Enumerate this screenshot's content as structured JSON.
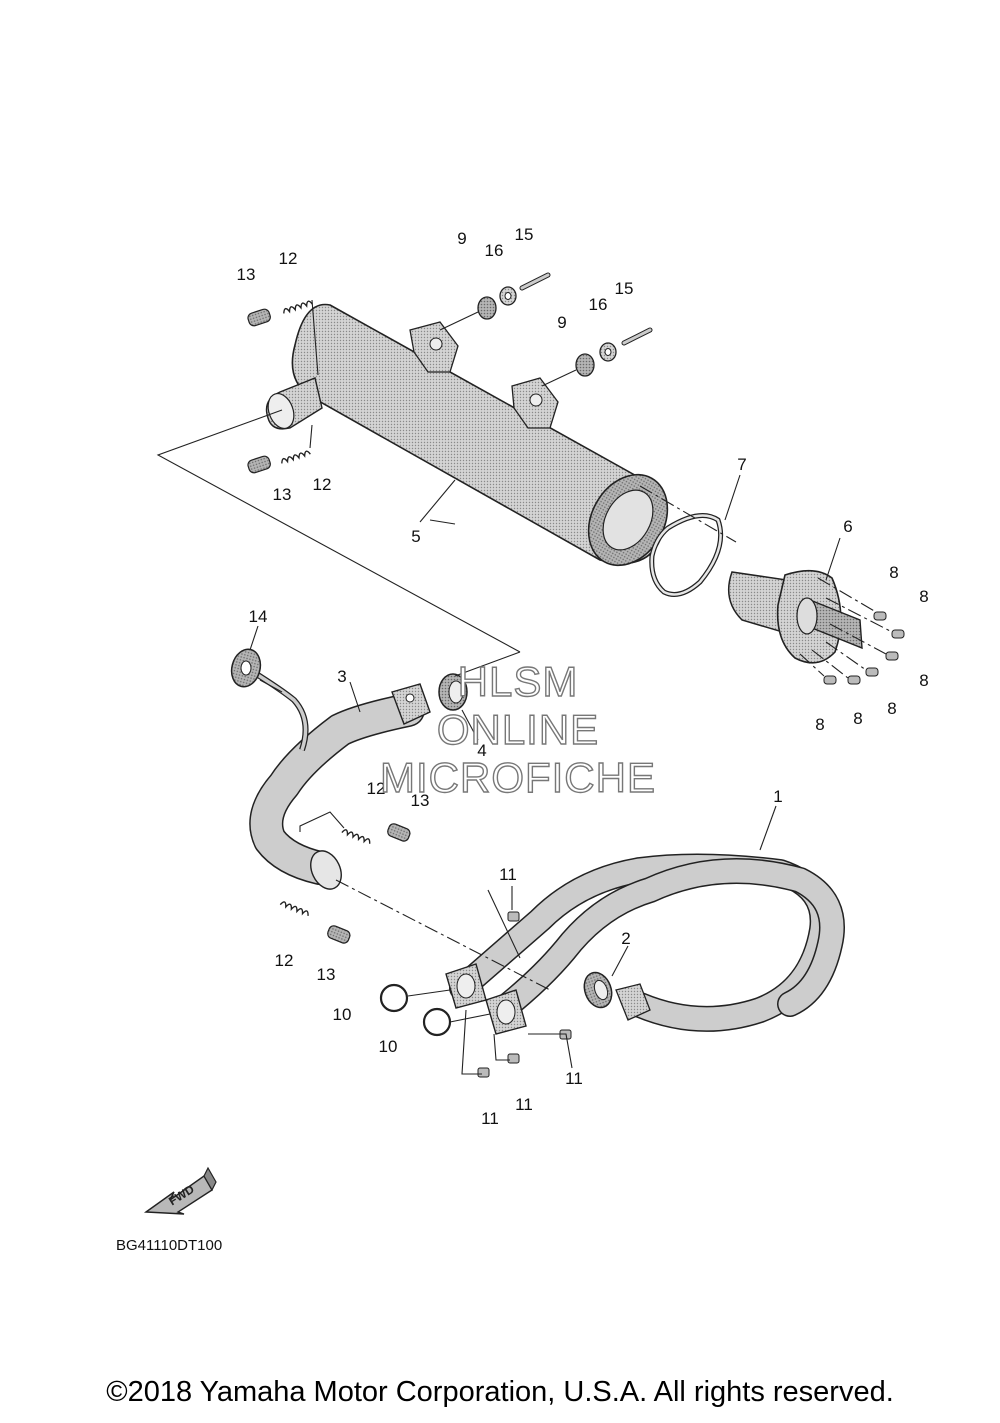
{
  "diagram": {
    "code": "BG41110DT100",
    "fwd_label": "FWD",
    "callouts": [
      {
        "id": "c1",
        "label": "1"
      },
      {
        "id": "c2",
        "label": "2"
      },
      {
        "id": "c3",
        "label": "3"
      },
      {
        "id": "c4",
        "label": "4"
      },
      {
        "id": "c5",
        "label": "5"
      },
      {
        "id": "c6",
        "label": "6"
      },
      {
        "id": "c7",
        "label": "7"
      },
      {
        "id": "c8a",
        "label": "8"
      },
      {
        "id": "c8b",
        "label": "8"
      },
      {
        "id": "c8c",
        "label": "8"
      },
      {
        "id": "c8d",
        "label": "8"
      },
      {
        "id": "c8e",
        "label": "8"
      },
      {
        "id": "c8f",
        "label": "8"
      },
      {
        "id": "c9a",
        "label": "9"
      },
      {
        "id": "c9b",
        "label": "9"
      },
      {
        "id": "c10a",
        "label": "10"
      },
      {
        "id": "c10b",
        "label": "10"
      },
      {
        "id": "c11a",
        "label": "11"
      },
      {
        "id": "c11b",
        "label": "11"
      },
      {
        "id": "c11c",
        "label": "11"
      },
      {
        "id": "c11d",
        "label": "11"
      },
      {
        "id": "c12a",
        "label": "12"
      },
      {
        "id": "c12b",
        "label": "12"
      },
      {
        "id": "c12c",
        "label": "12"
      },
      {
        "id": "c12d",
        "label": "12"
      },
      {
        "id": "c13a",
        "label": "13"
      },
      {
        "id": "c13b",
        "label": "13"
      },
      {
        "id": "c13c",
        "label": "13"
      },
      {
        "id": "c13d",
        "label": "13"
      },
      {
        "id": "c14",
        "label": "14"
      },
      {
        "id": "c15a",
        "label": "15"
      },
      {
        "id": "c15b",
        "label": "15"
      },
      {
        "id": "c16a",
        "label": "16"
      },
      {
        "id": "c16b",
        "label": "16"
      }
    ]
  },
  "watermark": {
    "line1": "HLSM",
    "line2": "ONLINE",
    "line3": "MICROFICHE"
  },
  "footer": {
    "copyright": "©2018 Yamaha Motor Corporation, U.S.A. All rights reserved."
  }
}
